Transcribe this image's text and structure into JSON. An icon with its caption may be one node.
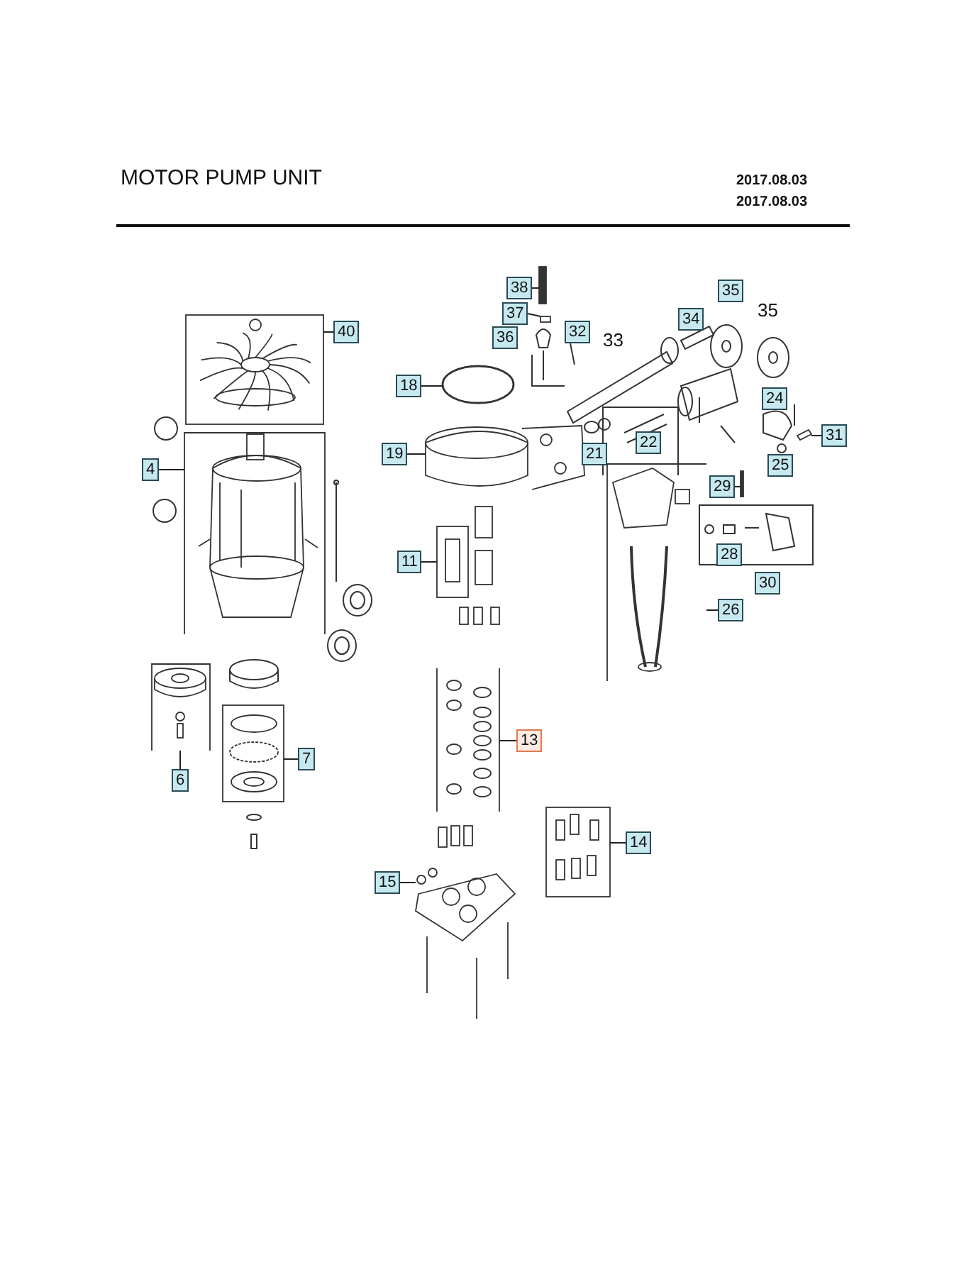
{
  "diagram": {
    "title": "MOTOR PUMP UNIT",
    "nodes": [
      {
        "text": [
          "38"
        ]
      },
      {
        "text": [
          "35"
        ]
      },
      {
        "text": [
          "37"
        ]
      },
      {
        "text": [
          "34"
        ]
      },
      {
        "text": [
          "36"
        ]
      },
      {
        "text": [
          "32"
        ]
      },
      {
        "text": [
          "40"
        ]
      },
      {
        "text": [
          "24"
        ]
      },
      {
        "text": [
          "18"
        ]
      },
      {
        "text": [
          "31"
        ]
      },
      {
        "text": [
          "25"
        ]
      },
      {
        "text": [
          "19"
        ]
      },
      {
        "text": [
          "21"
        ]
      },
      {
        "text": [
          "22"
        ]
      },
      {
        "text": [
          "4"
        ]
      },
      {
        "text": [
          "29"
        ]
      },
      {
        "text": [
          "28"
        ]
      },
      {
        "text": [
          "30"
        ]
      },
      {
        "text": [
          "11"
        ]
      },
      {
        "text": [
          "26"
        ]
      },
      {
        "text": [
          "13"
        ]
      },
      {
        "text": [
          "7"
        ]
      },
      {
        "text": [
          "6"
        ]
      },
      {
        "text": [
          "14"
        ]
      },
      {
        "text": [
          "15"
        ]
      },
      {
        "text": [],
        "shape": "bar"
      },
      {
        "text": [],
        "shape": "box"
      },
      {
        "text": [],
        "shape": "picture"
      },
      {
        "text": [],
        "shape": "circle"
      },
      {
        "text": [],
        "shape": "picture"
      },
      {
        "text": [],
        "shape": "picture"
      },
      {
        "text": [],
        "shape": "picture"
      },
      {
        "text": [],
        "shape": "bar"
      },
      {
        "text": [],
        "shape": "picture"
      },
      {
        "text": [],
        "shape": "picture"
      },
      {
        "text": [],
        "shape": "picture"
      },
      {
        "text": [],
        "shape": "picture"
      },
      {
        "text": [],
        "shape": "picture"
      },
      {
        "text": [],
        "shape": "picture"
      },
      {
        "text": [],
        "shape": "picture"
      }
    ],
    "edges": [
      {
        "from": 0,
        "to": 25,
        "arrow": "none"
      },
      {
        "from": 2,
        "to": 26,
        "arrow": "none"
      },
      {
        "from": 6,
        "to": 27,
        "arrow": "none"
      },
      {
        "from": 8,
        "to": 28,
        "arrow": "none"
      },
      {
        "from": 9,
        "to": 29,
        "arrow": "none"
      },
      {
        "from": 11,
        "to": 30,
        "arrow": "none"
      },
      {
        "from": 14,
        "to": 31,
        "arrow": "none"
      },
      {
        "from": 15,
        "to": 32,
        "arrow": "none"
      },
      {
        "from": 18,
        "to": 33,
        "arrow": "none"
      },
      {
        "from": 19,
        "to": 34,
        "arrow": "none"
      },
      {
        "from": 20,
        "to": 35,
        "arrow": "none"
      },
      {
        "from": 21,
        "to": 36,
        "arrow": "none"
      },
      {
        "from": 22,
        "to": 37,
        "arrow": "none"
      },
      {
        "from": 23,
        "to": 38,
        "arrow": "none"
      },
      {
        "from": 24,
        "to": 39,
        "arrow": "none"
      }
    ],
    "labels": [
      "2017.08.03",
      "2017.08.03",
      "35",
      "33"
    ]
  }
}
